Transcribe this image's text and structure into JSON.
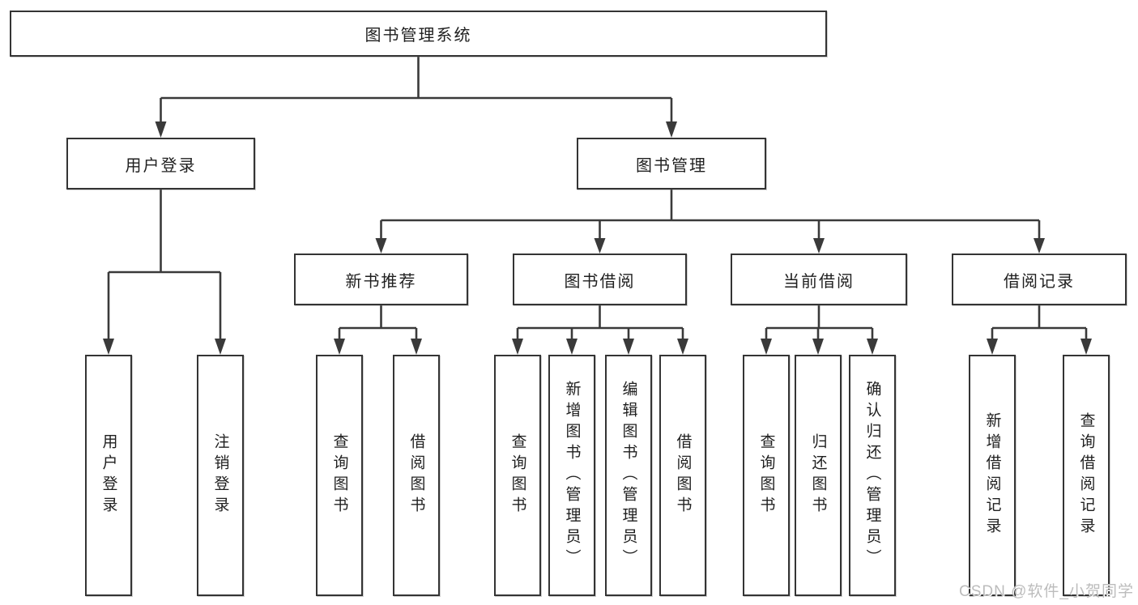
{
  "tree": {
    "label": "图书管理系统",
    "children": [
      {
        "label": "用户登录",
        "children": [
          {
            "label": "用户登录"
          },
          {
            "label": "注销登录"
          }
        ]
      },
      {
        "label": "图书管理",
        "children": [
          {
            "label": "新书推荐",
            "children": [
              {
                "label": "查询图书"
              },
              {
                "label": "借阅图书"
              }
            ]
          },
          {
            "label": "图书借阅",
            "children": [
              {
                "label": "查询图书"
              },
              {
                "label": "新增图书（管理员）"
              },
              {
                "label": "编辑图书（管理员）"
              },
              {
                "label": "借阅图书"
              }
            ]
          },
          {
            "label": "当前借阅",
            "children": [
              {
                "label": "查询图书"
              },
              {
                "label": "归还图书"
              },
              {
                "label": "确认归还（管理员）"
              }
            ]
          },
          {
            "label": "借阅记录",
            "children": [
              {
                "label": "新增借阅记录"
              },
              {
                "label": "查询借阅记录"
              }
            ]
          }
        ]
      }
    ]
  },
  "watermark": {
    "text": "CSDN @软件_小贺同学"
  },
  "colors": {
    "line": "#3a3a3a",
    "box_border": "#343434",
    "box_fill": "#ffffff",
    "text": "#1f1f1f",
    "watermark": "#bcbcbc",
    "background": "#ffffff"
  }
}
